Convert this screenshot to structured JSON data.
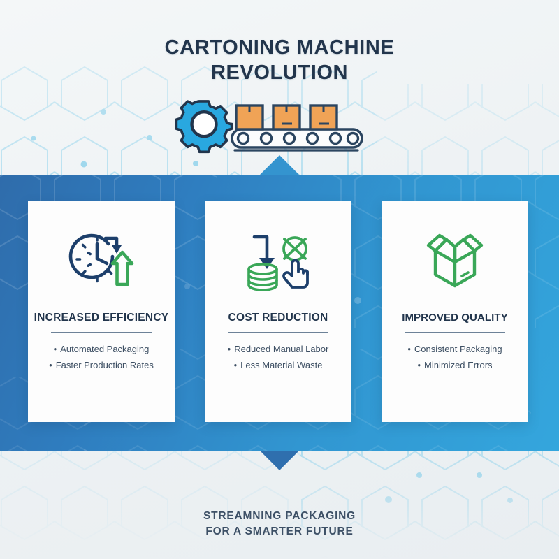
{
  "header": {
    "title_line1": "CARTONING MACHINE",
    "title_line2": "REVOLUTION",
    "icon_name": "conveyor-gear-boxes-icon"
  },
  "colors": {
    "navy": "#22354c",
    "band_light": "#34a6dd",
    "band_dark": "#2f6cab",
    "green": "#3aa758",
    "orange": "#f0a356",
    "cyan": "#29a8e0"
  },
  "cards": [
    {
      "id": "increased-efficiency",
      "icon": "clock-refresh-up-arrow-icon",
      "title": "INCREASED EFFICIENCY",
      "bullets": [
        "Automated Packaging",
        "Faster Production Rates"
      ]
    },
    {
      "id": "cost-reduction",
      "icon": "cost-down-coins-no-hand-icon",
      "title": "COST REDUCTION",
      "bullets": [
        "Reduced Manual Labor",
        "Less Material Waste"
      ]
    },
    {
      "id": "improved-quality",
      "icon": "open-box-icon",
      "title": "IMPROVED QUALITY",
      "bullets": [
        "Consistent Packaging",
        "Minimized Errors"
      ]
    }
  ],
  "bullet_marker": "•",
  "footer": {
    "line1": "STREAMNING PACKAGING",
    "line2": "FOR A SMARTER FUTURE"
  }
}
